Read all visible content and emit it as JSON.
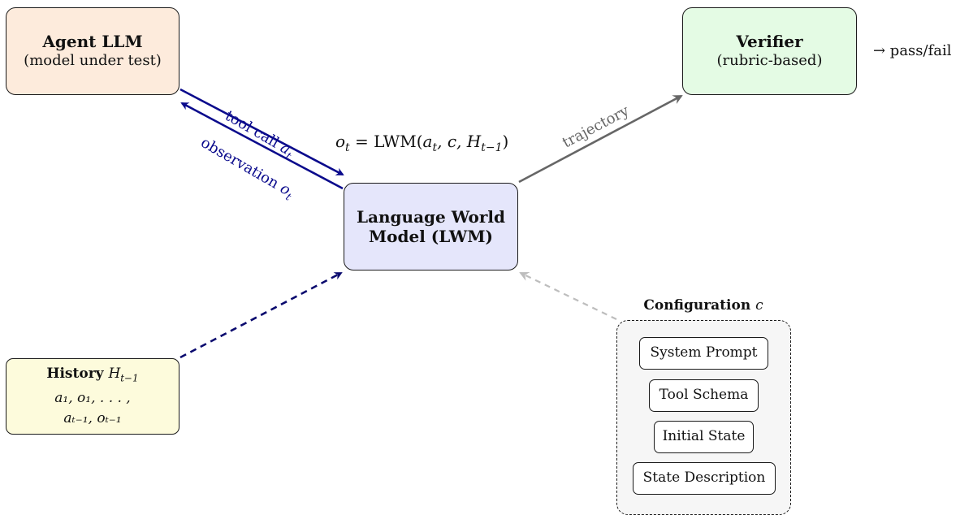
{
  "agent": {
    "title": "Agent LLM",
    "subtitle": "(model under test)"
  },
  "verifier": {
    "title": "Verifier",
    "subtitle": "(rubric-based)"
  },
  "verifier_output": "→ pass/fail",
  "lwm": {
    "title_line1": "Language World",
    "title_line2": "Model (LWM)"
  },
  "formula": {
    "o": "o",
    "t": "t",
    "eq": " = LWM(",
    "a": "a",
    "a_sub": "t",
    "c": ", c, ",
    "H": "H",
    "H_sub": "t−1",
    "close": ")"
  },
  "edges": {
    "tool_call": {
      "text": "tool call ",
      "var": "a",
      "sub": "t"
    },
    "observation": {
      "text": "observation ",
      "var": "o",
      "sub": "t"
    },
    "trajectory": "trajectory"
  },
  "history": {
    "title": "History ",
    "title_var": "H",
    "title_sub": "t−1",
    "line1": "a₁, o₁, . . . ,",
    "line2": "aₜ₋₁, oₜ₋₁"
  },
  "configuration": {
    "label": "Configuration ",
    "label_var": "c",
    "items": [
      "System Prompt",
      "Tool Schema",
      "Initial State",
      "State Description"
    ]
  },
  "colors": {
    "agent_fill": "#fdebdc",
    "verifier_fill": "#e4fbe4",
    "lwm_fill": "#e5e6fb",
    "history_fill": "#fdfbdc",
    "config_fill": "#f6f6f6",
    "tool_arrow": "#0a0a8c",
    "history_arrow": "#0a0a6e",
    "trajectory_arrow": "#666666",
    "config_arrow": "#bdbdbd"
  }
}
